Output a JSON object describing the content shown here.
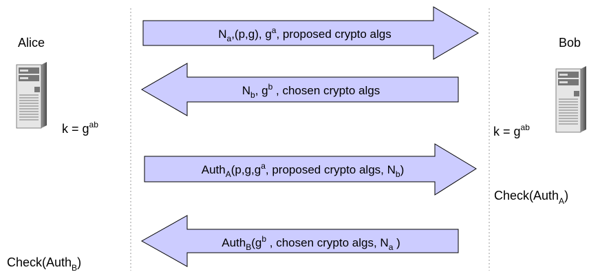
{
  "parties": {
    "alice": {
      "name": "Alice",
      "key_lhs": "k = g",
      "key_sup": "ab",
      "check_pre": "Check(Auth",
      "check_sub": "B",
      "check_post": ")"
    },
    "bob": {
      "name": "Bob",
      "key_lhs": "k = g",
      "key_sup": "ab",
      "check_pre": "Check(Auth",
      "check_sub": "A",
      "check_post": ")"
    }
  },
  "messages": [
    {
      "direction": "right",
      "parts": [
        {
          "t": "N"
        },
        {
          "sub": "a"
        },
        {
          "t": ",(p,g), g"
        },
        {
          "sup": "a"
        },
        {
          "t": ", proposed crypto algs"
        }
      ]
    },
    {
      "direction": "left",
      "parts": [
        {
          "t": "N"
        },
        {
          "sub": "b"
        },
        {
          "t": ", g"
        },
        {
          "sup": "b"
        },
        {
          "t": " , chosen crypto algs"
        }
      ]
    },
    {
      "direction": "right",
      "parts": [
        {
          "t": "Auth"
        },
        {
          "sub": "A"
        },
        {
          "t": "(p,g,g"
        },
        {
          "sup": "a"
        },
        {
          "t": ", proposed crypto algs, N"
        },
        {
          "sub": "b"
        },
        {
          "t": ")"
        }
      ]
    },
    {
      "direction": "left",
      "parts": [
        {
          "t": "Auth"
        },
        {
          "sub": "B"
        },
        {
          "t": "(g"
        },
        {
          "sup": "b"
        },
        {
          "t": " , chosen crypto algs, N"
        },
        {
          "sub": "a"
        },
        {
          "t": " )"
        }
      ]
    }
  ],
  "colors": {
    "arrow_fill": "#ccccff",
    "arrow_stroke": "#000000",
    "divider": "#999999"
  },
  "icons": {
    "alice": "server-tower-icon",
    "bob": "server-tower-icon"
  }
}
